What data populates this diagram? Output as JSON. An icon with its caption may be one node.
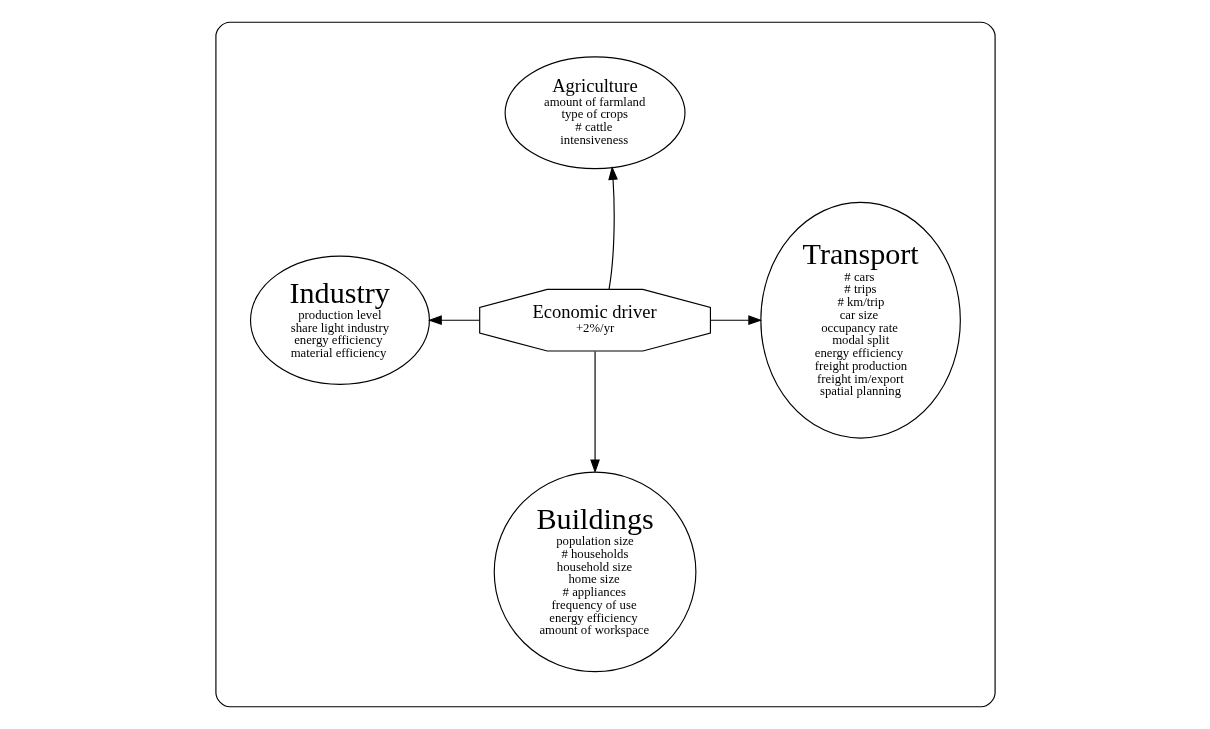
{
  "diagram": {
    "nodes": [
      {
        "text": [],
        "shape": "ellipse"
      },
      {
        "text": [
          "Agriculture",
          "amount of farmland",
          "type of crops",
          "# cattle",
          "intensiveness"
        ],
        "in": 0
      },
      {
        "text": [
          "Industry",
          "production level",
          "share light industry",
          "energy efficiency",
          "material efficiency"
        ],
        "in": 0
      },
      {
        "text": [
          "Economic driver",
          "+2%/yr"
        ],
        "in": 0
      },
      {
        "text": [
          "Transport",
          "# cars",
          "# trips",
          "# km/trip",
          "car size",
          "occupancy rate",
          "modal split",
          "energy efficiency",
          "freight production",
          "freight im/export",
          "spatial planning"
        ],
        "in": 0
      },
      {
        "text": [
          "Buildings",
          "population size",
          "# households",
          "household size",
          "home size",
          "# appliances",
          "frequency of use",
          "energy efficiency",
          "amount of workspace"
        ],
        "in": 0
      }
    ],
    "edges": [
      {
        "from": 3,
        "to": 1,
        "arrow": "to"
      },
      {
        "from": 3,
        "to": 2,
        "arrow": "to"
      },
      {
        "from": 3,
        "to": 4,
        "arrow": "to"
      },
      {
        "from": 3,
        "to": 5,
        "arrow": "to"
      }
    ]
  }
}
